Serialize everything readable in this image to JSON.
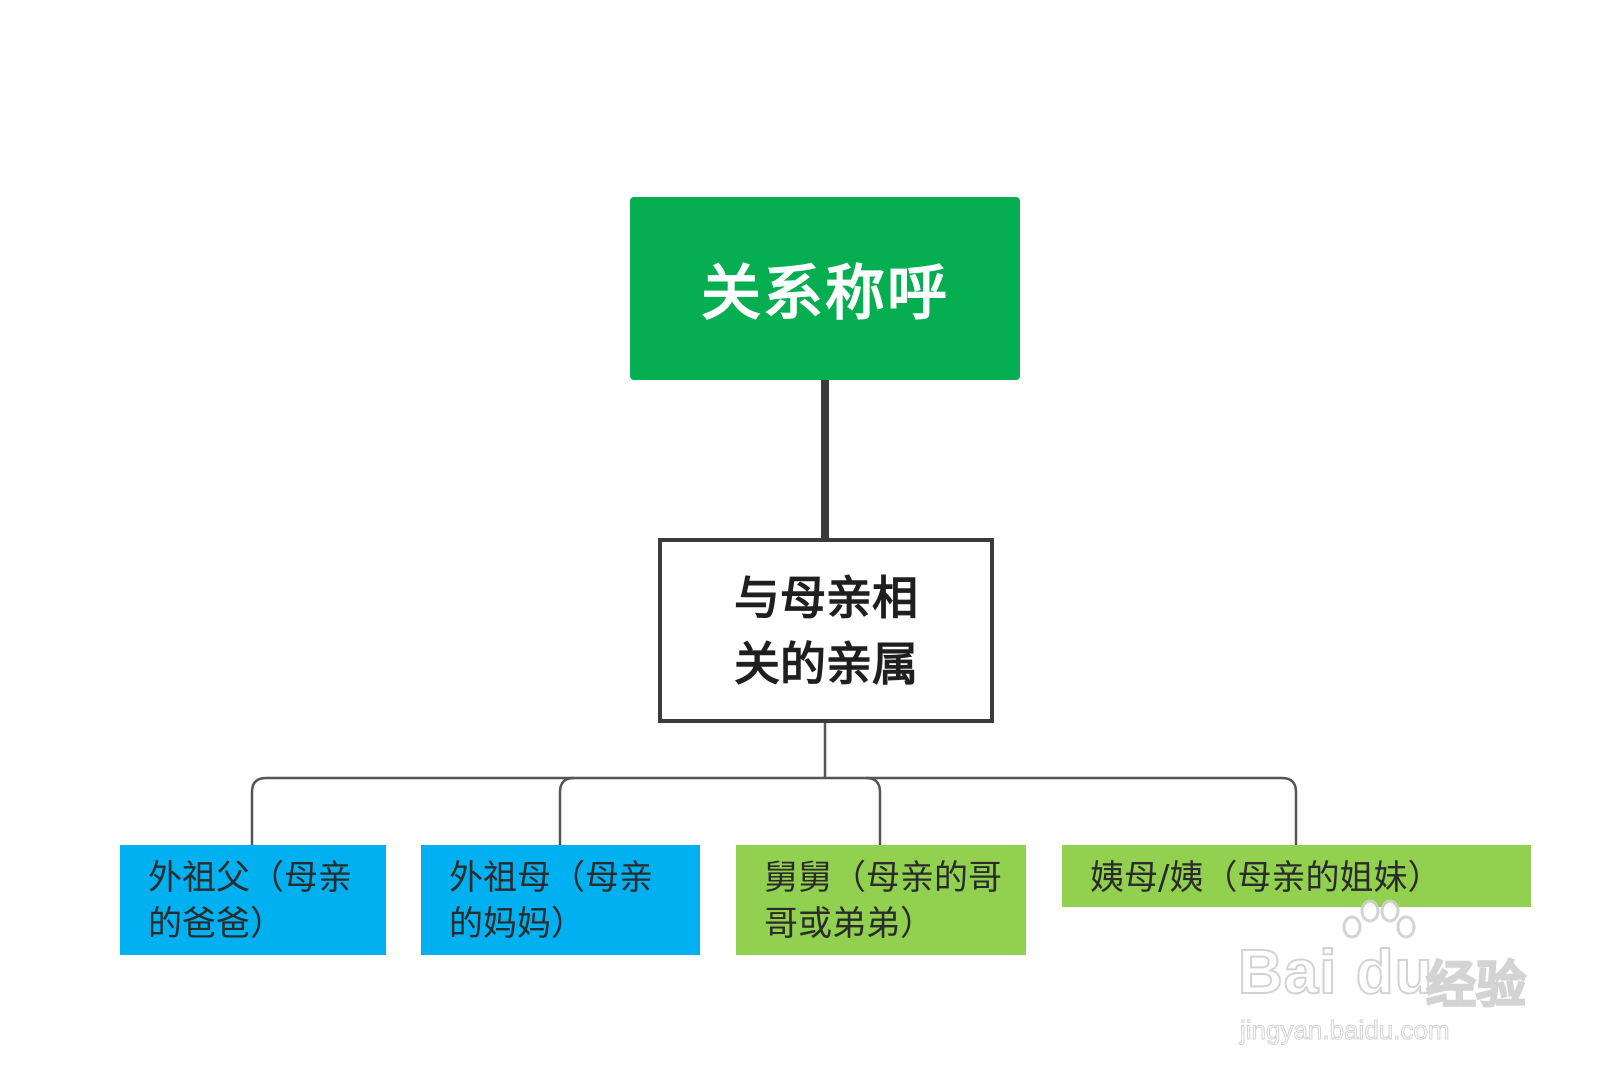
{
  "diagram": {
    "root": {
      "label": "关系称呼",
      "color": "#05ae50"
    },
    "branch": {
      "label": "与母亲相关的亲属"
    },
    "leaves": [
      {
        "label": "外祖父（母亲的爸爸）",
        "color": "#00b0f0"
      },
      {
        "label": "外祖母（母亲的妈妈）",
        "color": "#00b0f0"
      },
      {
        "label": "舅舅（母亲的哥哥或弟弟）",
        "color": "#92d050"
      },
      {
        "label": "姨母/姨（母亲的姐妹）",
        "color": "#92d050"
      }
    ]
  },
  "watermark": {
    "logo_text": "Bai du",
    "logo_cn": "经验",
    "url": "jingyan.baidu.com"
  }
}
